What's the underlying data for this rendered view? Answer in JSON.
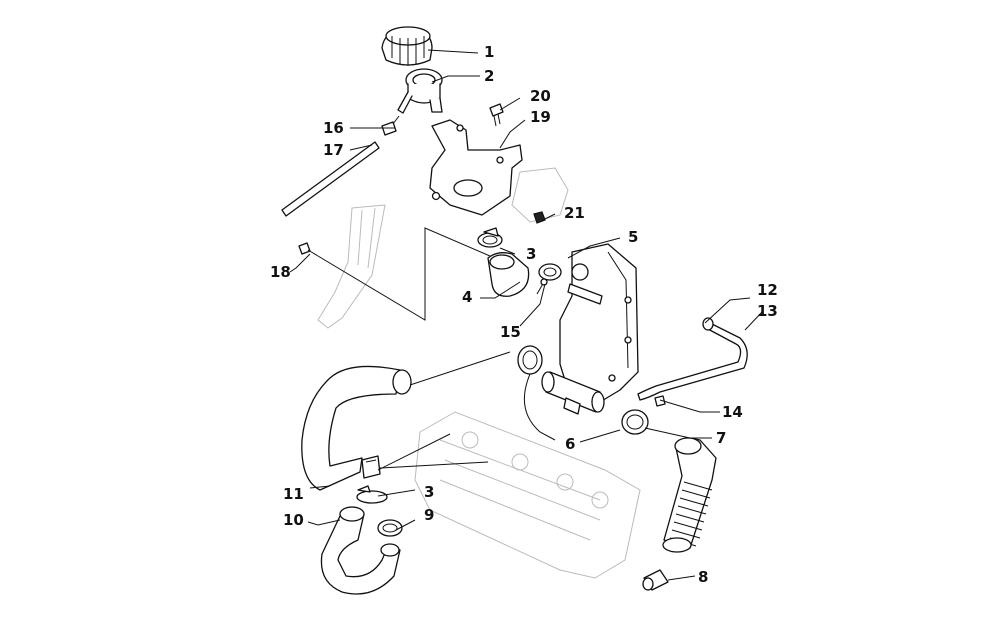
{
  "callouts": {
    "c1": "1",
    "c2": "2",
    "c3a": "3",
    "c3b": "3",
    "c4": "4",
    "c5": "5",
    "c6": "6",
    "c7": "7",
    "c8": "8",
    "c9": "9",
    "c10": "10",
    "c11": "11",
    "c12": "12",
    "c13": "13",
    "c14": "14",
    "c15": "15",
    "c16": "16",
    "c17": "17",
    "c18": "18",
    "c19": "19",
    "c20": "20",
    "c21": "21"
  }
}
